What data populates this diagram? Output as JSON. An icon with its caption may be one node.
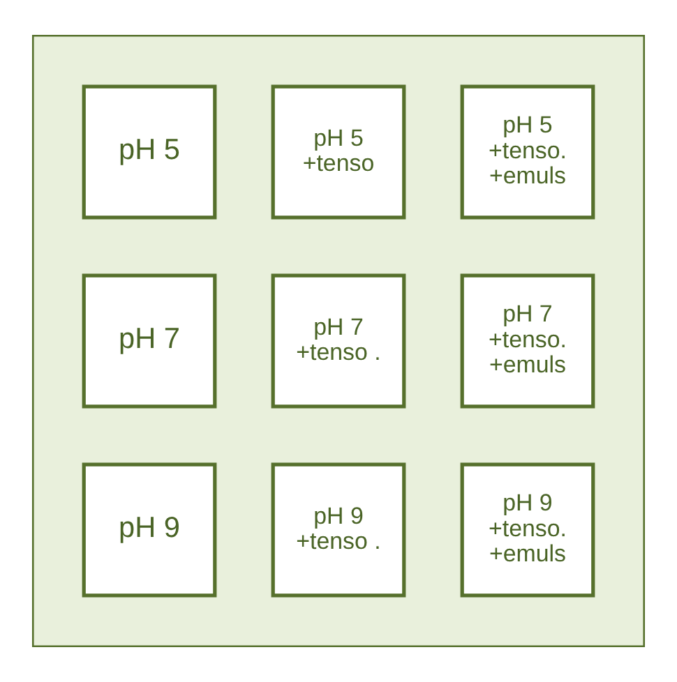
{
  "diagram": {
    "nodes": [
      {
        "text": [],
        "shape": "box"
      },
      {
        "text": [
          "pH 5"
        ],
        "in": 0
      },
      {
        "text": [
          "pH 5 +tenso"
        ],
        "in": 0
      },
      {
        "text": [
          "pH 5 +tenso. +emuls"
        ],
        "in": 0
      },
      {
        "text": [
          "pH 7"
        ],
        "in": 0
      },
      {
        "text": [
          "pH 7 +tenso ."
        ],
        "in": 0
      },
      {
        "text": [
          "pH 7 +tenso. +emuls"
        ],
        "in": 0
      },
      {
        "text": [
          "pH 9"
        ],
        "in": 0
      },
      {
        "text": [
          "pH 9 +tenso ."
        ],
        "in": 0
      },
      {
        "text": [
          "pH 9 +tenso. +emuls"
        ],
        "in": 0
      }
    ],
    "edges": []
  }
}
